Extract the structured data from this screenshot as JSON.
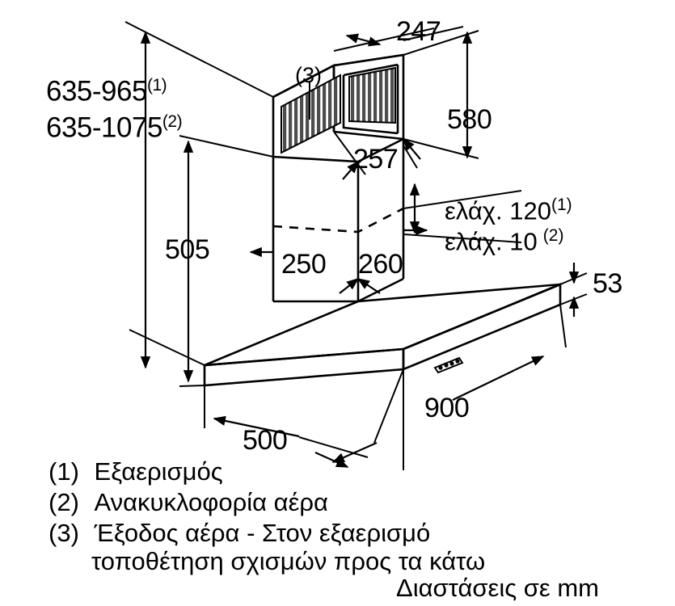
{
  "document": {
    "type": "technical-dimension-drawing",
    "subject": "wall-mounted chimney cooker hood",
    "units_note": "Διαστάσεις σε mm"
  },
  "dimensions": {
    "height_range_vent": "635-965",
    "height_range_vent_ref": "(1)",
    "height_range_recirc": "635-1075",
    "height_range_recirc_ref": "(2)",
    "chimney_depth_top": "247",
    "chimney_height_upper": "580",
    "chimney_width_top": "257",
    "canopy_to_chimney": "505",
    "chimney_lower_left": "250",
    "chimney_lower_right": "260",
    "min_distance_vent": "ελάχ. 120",
    "min_distance_vent_ref": "(1)",
    "min_distance_recirc": "ελάχ. 10",
    "min_distance_recirc_ref": "(2)",
    "canopy_thickness": "53",
    "canopy_width": "900",
    "canopy_depth": "500",
    "air_outlet_marker": "(3)"
  },
  "legend": {
    "items": [
      {
        "key": "(1)",
        "text": "Εξαερισμός"
      },
      {
        "key": "(2)",
        "text": "Ανακυκλοφορία αέρα"
      },
      {
        "key": "(3)",
        "text": "Έξοδος αέρα - Στον εξαερισμό"
      },
      {
        "key": "",
        "text": "τοποθέτηση σχισμών προς τα κάτω"
      }
    ],
    "units": "Διαστάσεις σε mm"
  },
  "colors": {
    "line": "#000000",
    "background": "#ffffff",
    "hatch": "#555555"
  }
}
